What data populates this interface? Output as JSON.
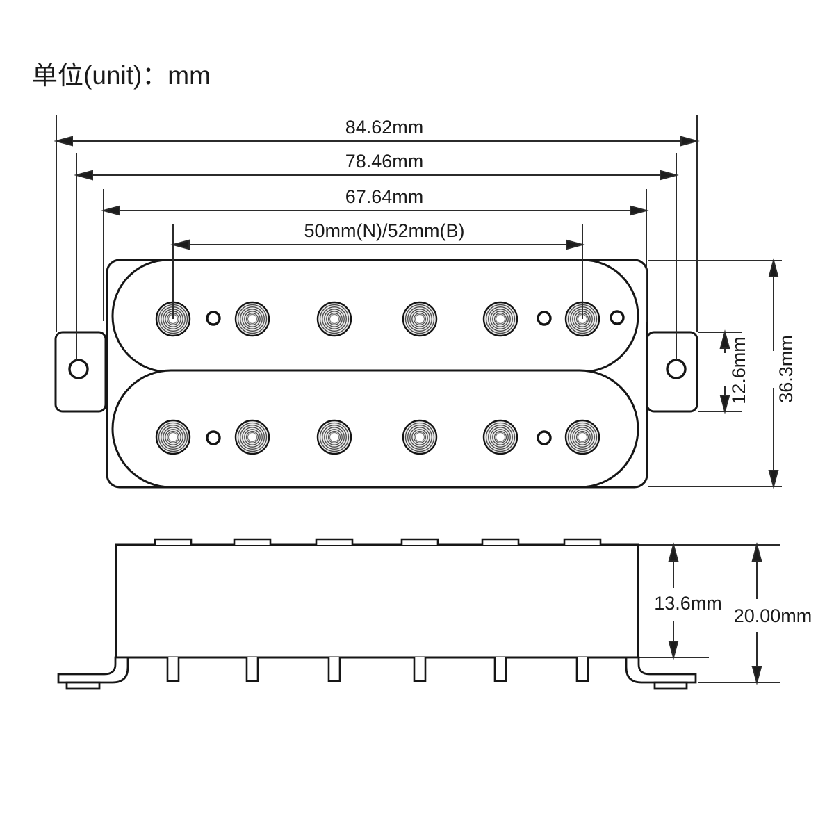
{
  "title": {
    "units_label": "单位(unit)：mm"
  },
  "colors": {
    "line": "#161616",
    "dim_line": "#2b2b2b",
    "background": "#ffffff",
    "pole_fill": "#e9e9e9"
  },
  "top_view": {
    "description": "humbucker guitar pickup, top view, two coils with six pole pieces each",
    "poles_per_coil": 6,
    "coils": 2,
    "dims": {
      "overall_width": "84.62mm",
      "mount_hole_spacing": "78.46mm",
      "baseplate_width": "67.64mm",
      "pole_spacing": "50mm(N)/52mm(B)",
      "tab_height": "12.6mm",
      "body_height": "36.3mm"
    }
  },
  "side_view": {
    "description": "humbucker guitar pickup, side view with mounting legs and brackets",
    "dims": {
      "body_depth": "13.6mm",
      "overall_depth": "20.00mm"
    }
  }
}
